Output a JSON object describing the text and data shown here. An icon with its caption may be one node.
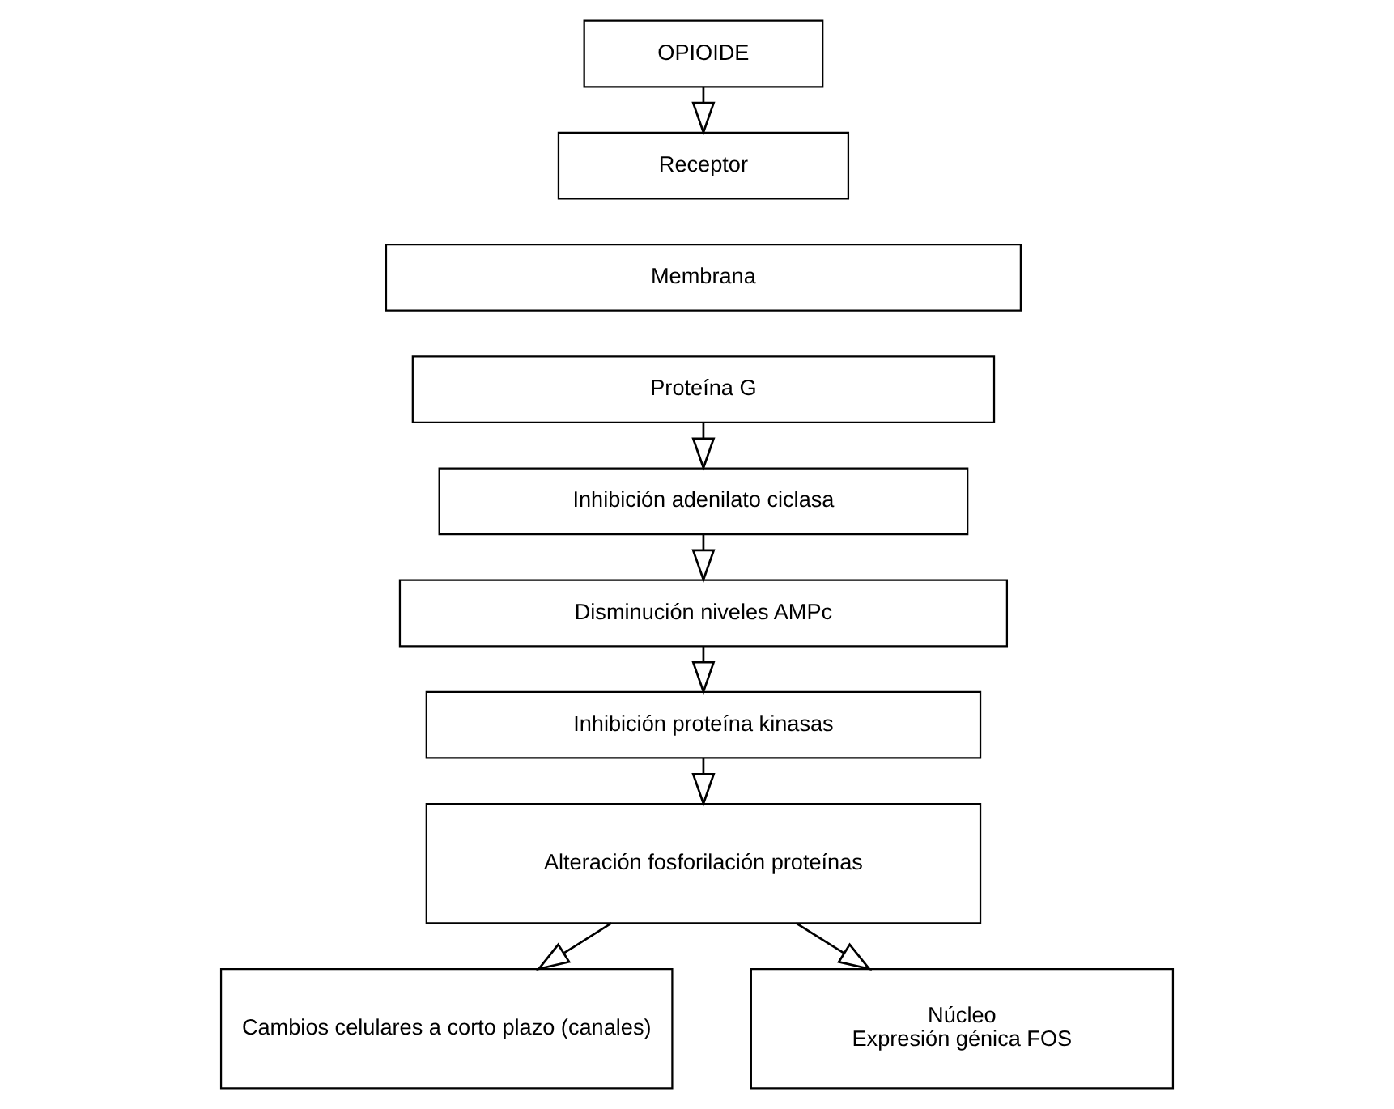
{
  "diagram": {
    "nodes": [
      {
        "text": [
          "OPIOIDE"
        ]
      },
      {
        "text": [
          "Receptor"
        ]
      },
      {
        "text": [
          "Membrana"
        ]
      },
      {
        "text": [
          "Proteína G"
        ]
      },
      {
        "text": [
          "Inhibición adenilato ciclasa"
        ]
      },
      {
        "text": [
          "Disminución niveles AMPc"
        ]
      },
      {
        "text": [
          "Inhibición proteína kinasas"
        ]
      },
      {
        "text": [
          "Alteración fosforilación proteínas"
        ]
      },
      {
        "text": [
          "Cambios celulares a corto plazo (canales)"
        ]
      },
      {
        "text": [
          "Núcleo",
          "Expresión génica FOS"
        ]
      }
    ],
    "edges": [
      {
        "from": 0,
        "to": 1,
        "arrow": "to"
      },
      {
        "from": 3,
        "to": 4,
        "arrow": "to"
      },
      {
        "from": 4,
        "to": 5,
        "arrow": "to"
      },
      {
        "from": 5,
        "to": 6,
        "arrow": "to"
      },
      {
        "from": 6,
        "to": 7,
        "arrow": "to"
      },
      {
        "from": 7,
        "to": 8,
        "arrow": "to"
      },
      {
        "from": 7,
        "to": 9,
        "arrow": "to"
      }
    ]
  }
}
